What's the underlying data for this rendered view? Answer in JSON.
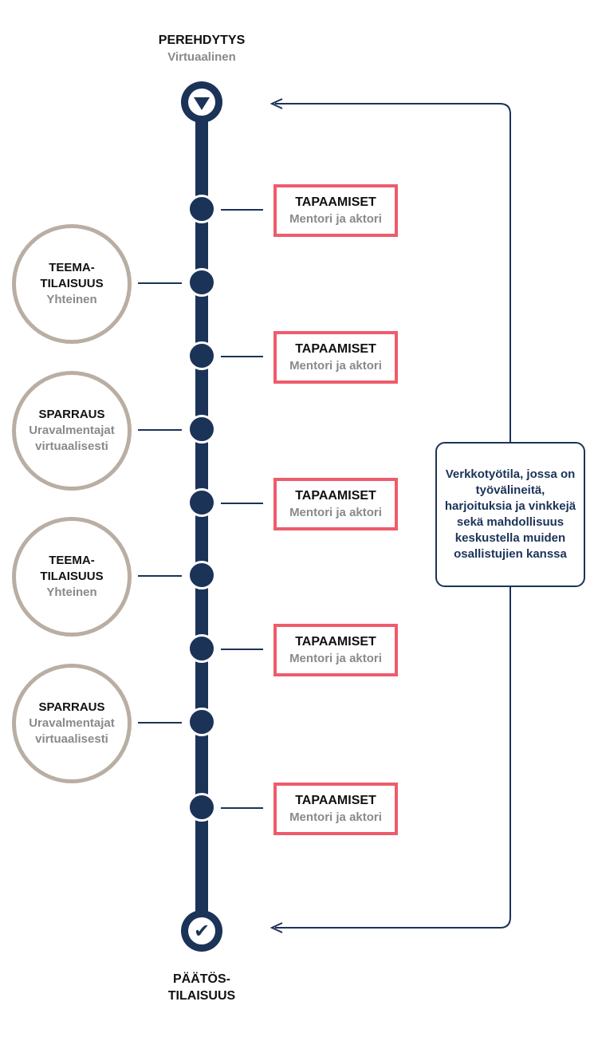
{
  "start": {
    "title": "PEREHDYTYS",
    "subtitle": "Virtuaalinen",
    "icon": "down-triangle-icon"
  },
  "end": {
    "title_line1": "PÄÄTÖS-",
    "title_line2": "TILAISUUS",
    "icon": "checkmark-icon"
  },
  "meetings": [
    {
      "title": "TAPAAMISET",
      "subtitle": "Mentori ja aktori"
    },
    {
      "title": "TAPAAMISET",
      "subtitle": "Mentori ja aktori"
    },
    {
      "title": "TAPAAMISET",
      "subtitle": "Mentori ja aktori"
    },
    {
      "title": "TAPAAMISET",
      "subtitle": "Mentori ja aktori"
    },
    {
      "title": "TAPAAMISET",
      "subtitle": "Mentori ja aktori"
    }
  ],
  "events": [
    {
      "title_line1": "TEEMA-",
      "title_line2": "TILAISUUS",
      "sub_line1": "Yhteinen",
      "sub_line2": ""
    },
    {
      "title_line1": "SPARRAUS",
      "title_line2": "",
      "sub_line1": "Uravalmentajat",
      "sub_line2": "virtuaalisesti"
    },
    {
      "title_line1": "TEEMA-",
      "title_line2": "TILAISUUS",
      "sub_line1": "Yhteinen",
      "sub_line2": ""
    },
    {
      "title_line1": "SPARRAUS",
      "title_line2": "",
      "sub_line1": "Uravalmentajat",
      "sub_line2": "virtuaalisesti"
    }
  ],
  "workspace": {
    "text": "Verkkotyötila, jossa on työvälineitä, harjoituksia ja vinkkejä sekä mahdollisuus keskustella muiden osallistujien kanssa"
  },
  "colors": {
    "navy": "#1c3358",
    "meeting_border": "#ee5c6c",
    "event_border": "#b9aea3",
    "subtitle_gray": "#8a8a8a"
  }
}
